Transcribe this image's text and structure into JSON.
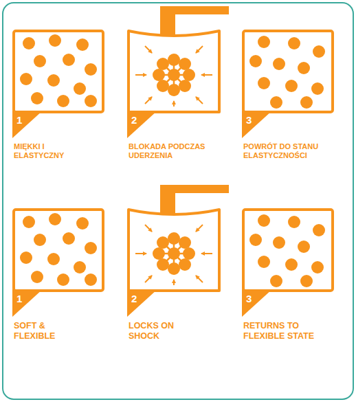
{
  "diagram": {
    "nodes": [
      {
        "text": [
          "1",
          "MIĘKKI I ELASTYCZNY"
        ]
      },
      {
        "text": [
          "2",
          "BLOKADA PODCZAS UDERZENIA"
        ]
      },
      {
        "text": [
          "3",
          "POWRÓT DO STANU ELASTYCZNOŚCI"
        ]
      },
      {
        "text": [
          "1",
          "SOFT & FLEXIBLE"
        ]
      },
      {
        "text": [
          "2",
          "LOCKS ON SHOCK"
        ]
      },
      {
        "text": [
          "3",
          "RETURNS TO FLEXIBLE STATE"
        ]
      }
    ]
  }
}
